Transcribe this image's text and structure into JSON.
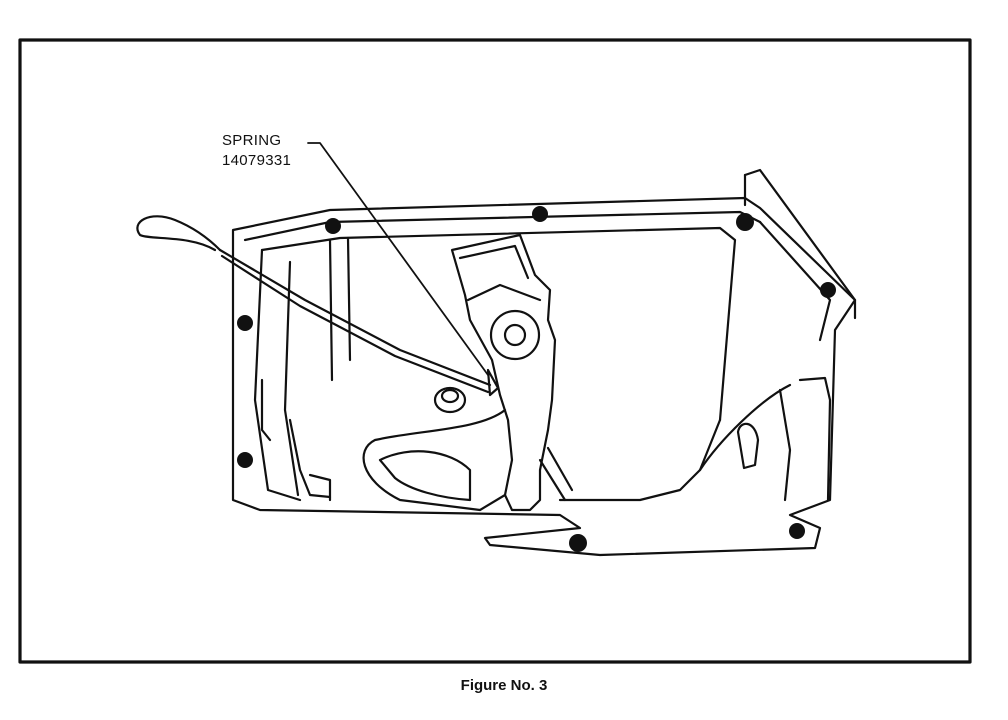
{
  "callout": {
    "name": "SPRING",
    "part_number": "14079331"
  },
  "caption": "Figure No. 3",
  "colors": {
    "ink": "#111111",
    "paper": "#ffffff"
  }
}
